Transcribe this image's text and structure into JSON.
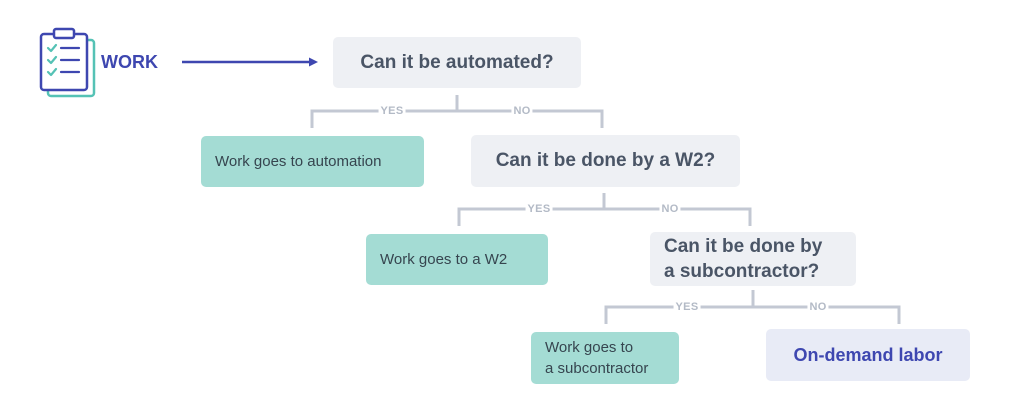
{
  "start": {
    "label": "WORK",
    "icon": "clipboard-checklist-icon"
  },
  "questions": [
    {
      "text": "Can it be automated?"
    },
    {
      "text": "Can it be done by a W2?"
    },
    {
      "text": "Can it be done by\na subcontractor?"
    }
  ],
  "outcomes": [
    {
      "text": "Work goes to automation"
    },
    {
      "text": "Work goes to a W2"
    },
    {
      "text": "Work goes to\na subcontractor"
    }
  ],
  "final": {
    "text": "On-demand labor"
  },
  "branches": {
    "yes": "YES",
    "no": "NO"
  },
  "colors": {
    "accent": "#3e47b0",
    "icon_teal": "#55c2b5",
    "question_bg": "#eef0f4",
    "outcome_bg": "#a4dcd4",
    "final_bg": "#e8ebf6",
    "connector": "#c3c8d3"
  }
}
